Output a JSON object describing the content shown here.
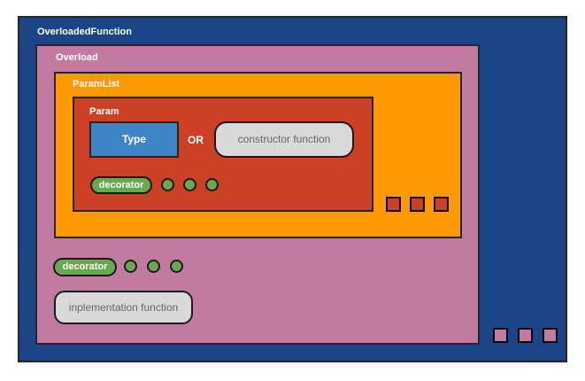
{
  "boxes": {
    "overloaded_function": {
      "label": "OverloadedFunction",
      "color": "#1C4587"
    },
    "overload": {
      "label": "Overload",
      "color": "#C27BA0"
    },
    "param_list": {
      "label": "ParamList",
      "color": "#FF9900"
    },
    "param": {
      "label": "Param",
      "color": "#CC4125"
    },
    "type": {
      "label": "Type",
      "color": "#3D85C6"
    },
    "constructor_function": {
      "label": "constructor function",
      "color": "#D9D9D9"
    },
    "implementation_function": {
      "label": "inplementation function",
      "color": "#D9D9D9"
    },
    "param_decorator": {
      "label": "decorator",
      "color": "#6AA84F"
    },
    "overload_decorator": {
      "label": "decorator",
      "color": "#6AA84F"
    }
  },
  "or_label": "OR",
  "ellipsis": {
    "param_decorator_dots": 3,
    "overload_decorator_dots": 3,
    "param_repeat_squares": 3,
    "overload_repeat_squares": 3
  },
  "colors": {
    "background": "#FFFFFF",
    "border": "#262626",
    "muted_text": "#666666"
  }
}
